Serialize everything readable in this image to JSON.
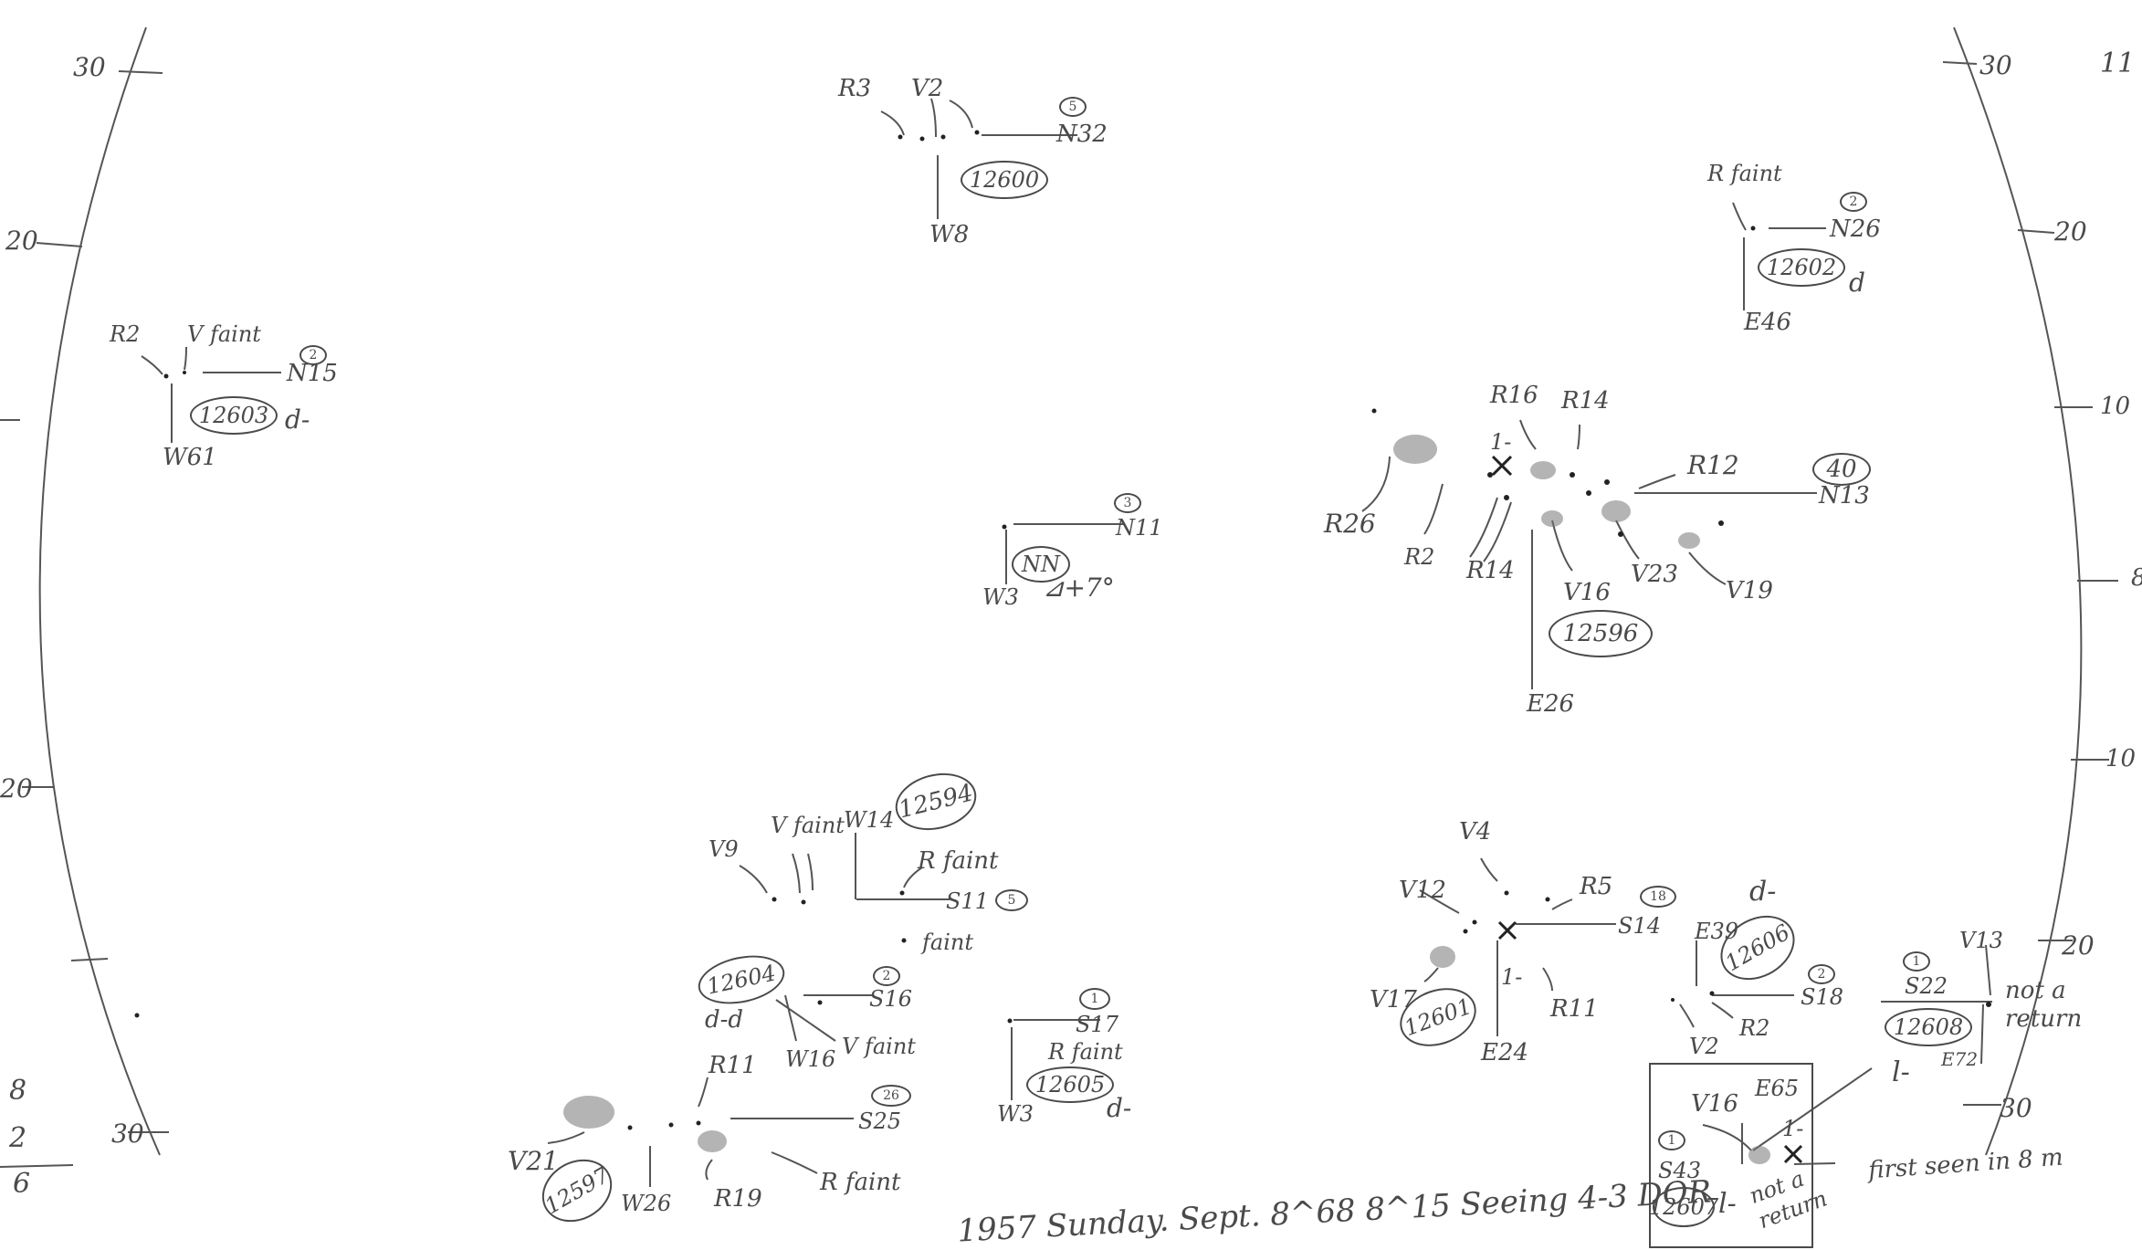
{
  "scale_left": {
    "top": "30",
    "upper": "20",
    "lower": "20",
    "bottom": "30"
  },
  "scale_right": {
    "top": "30",
    "upper": "20",
    "lower": "20",
    "bottom": "30"
  },
  "margin_right": {
    "top": "11",
    "g1": "10",
    "g2": "8",
    "g3": "10"
  },
  "margin_left_bottom": {
    "a": "8",
    "b": "2",
    "c": "6"
  },
  "group_12600": {
    "r": "R3",
    "v": "V2",
    "count": "5",
    "n": "N32",
    "id": "12600",
    "w": "W8"
  },
  "group_12602": {
    "r": "R faint",
    "count": "2",
    "n": "N26",
    "id": "12602",
    "q": "d",
    "e": "E46"
  },
  "group_12603": {
    "r": "R2",
    "v": "V faint",
    "count": "2",
    "n": "N15",
    "id": "12603",
    "q": "d-",
    "w": "W61"
  },
  "group_nn": {
    "count": "3",
    "n": "N11",
    "id": "NN",
    "w": "W3",
    "alt": "⊿+7°"
  },
  "group_12596": {
    "r16": "R16",
    "r14a": "R14",
    "mark": "1-",
    "r12": "R12",
    "count": "40",
    "n": "N13",
    "r26": "R26",
    "r2": "R2",
    "r14b": "R14",
    "v16": "V16",
    "v23": "V23",
    "v19": "V19",
    "id": "12596",
    "e": "E26"
  },
  "group_12594": {
    "v9": "V9",
    "vfaint": "V faint",
    "w": "W14",
    "id": "12594",
    "rfaint": "R faint",
    "s": "S11",
    "count": "5",
    "faint": "faint"
  },
  "group_12604": {
    "id": "12604",
    "q": "d-d",
    "count": "2",
    "s": "S16",
    "w": "W16",
    "vfaint": "V faint"
  },
  "group_12605": {
    "count": "1",
    "s": "S17",
    "rfaint": "R faint",
    "id": "12605",
    "w": "W3",
    "q": "d-"
  },
  "group_12597": {
    "r11": "R11",
    "count": "26",
    "s": "S25",
    "v21": "V21",
    "id": "12597",
    "w": "W26",
    "r19": "R19",
    "rfaint": "R faint"
  },
  "group_12601": {
    "v4": "V4",
    "v12": "V12",
    "r5": "R5",
    "count": "18",
    "s": "S14",
    "v17": "V17",
    "mark": "1-",
    "r11": "R11",
    "id": "12601",
    "e": "E24"
  },
  "group_12606": {
    "e": "E39",
    "q": "d-",
    "id": "12606",
    "count": "2",
    "s": "S18",
    "v2": "V2",
    "r2": "R2"
  },
  "group_12608": {
    "count": "1",
    "v13": "V13",
    "s": "S22",
    "id": "12608",
    "q": "l-",
    "e": "E72",
    "note": "not a return"
  },
  "group_12607": {
    "v16": "V16",
    "e": "E65",
    "mark": "1-",
    "count": "1",
    "s": "S43",
    "id": "12607",
    "q": "l-",
    "note": "not a return",
    "first": "first seen in 8 m"
  },
  "footer": "1957 Sunday. Sept. 8^68 8^15 Seeing 4-3 DOR"
}
